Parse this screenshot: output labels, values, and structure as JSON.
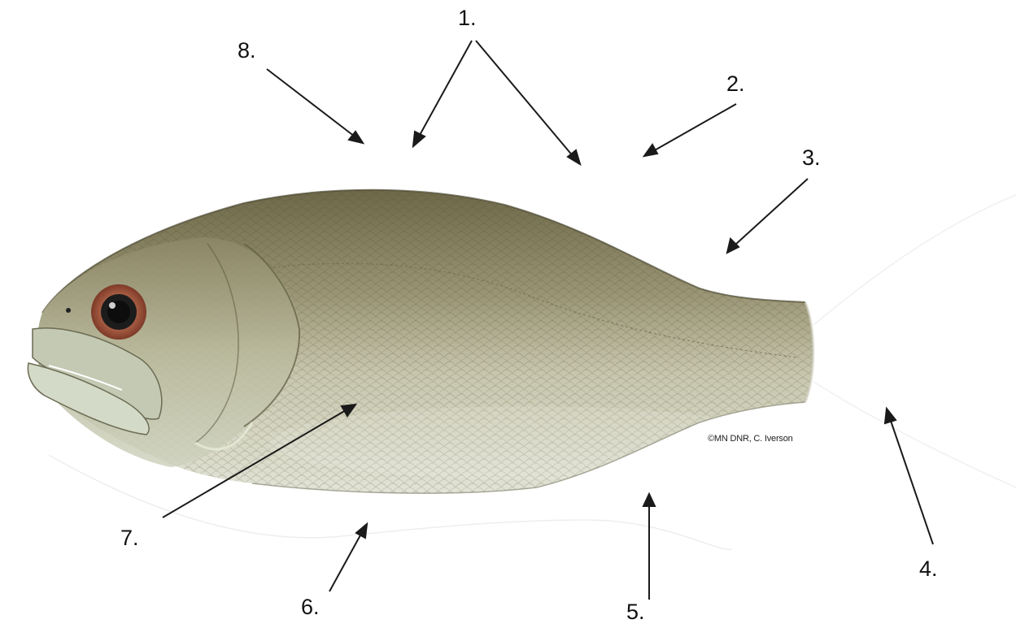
{
  "diagram": {
    "subject": "fish",
    "callouts": [
      {
        "id": "1",
        "label": "1."
      },
      {
        "id": "2",
        "label": "2."
      },
      {
        "id": "3",
        "label": "3."
      },
      {
        "id": "4",
        "label": "4."
      },
      {
        "id": "5",
        "label": "5."
      },
      {
        "id": "6",
        "label": "6."
      },
      {
        "id": "7",
        "label": "7."
      },
      {
        "id": "8",
        "label": "8."
      }
    ],
    "credit": "©MN DNR, C. Iverson",
    "colors": {
      "body_dark": "#6f6a4c",
      "body_light": "#d8d8c6",
      "eye_ring": "#a4503a",
      "pupil": "#111111",
      "arrow": "#1a1a1a"
    }
  }
}
